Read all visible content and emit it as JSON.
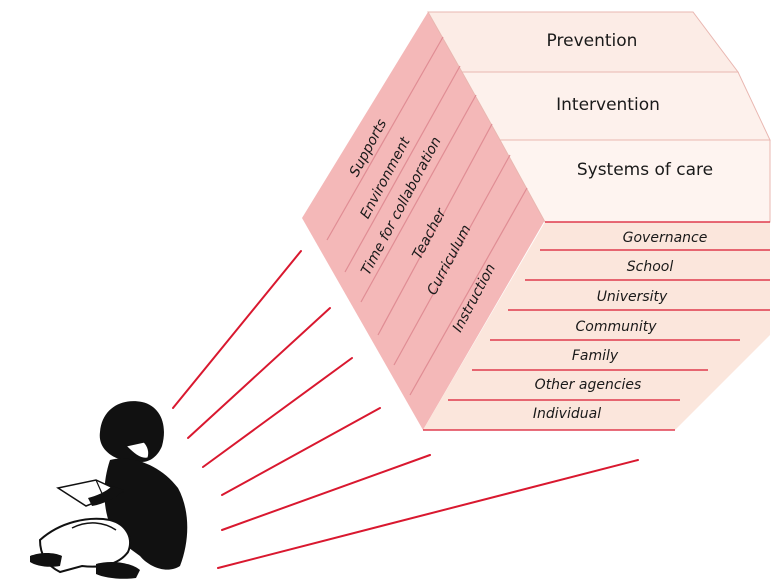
{
  "diagram": {
    "levels_of_service": [
      "Prevention",
      "Intervention",
      "Systems of care"
    ],
    "stakeholders": [
      "Governance",
      "School",
      "University",
      "Community",
      "Family",
      "Other agencies",
      "Individual"
    ],
    "school_factors": [
      "Supports",
      "Environment",
      "Time for collaboration",
      "Teacher",
      "Curriculum",
      "Instruction"
    ]
  },
  "colors": {
    "left_face": "#f4b8b8",
    "top_face": "#fcece6",
    "right_face": "#fbe6dc",
    "rule_lines": "#d9182f",
    "figure": "#111111"
  },
  "icons": [
    "reading-person-icon"
  ]
}
